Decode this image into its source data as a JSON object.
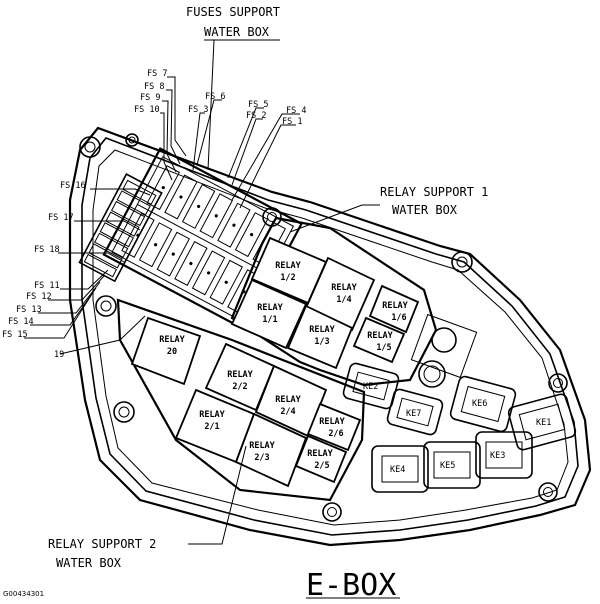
{
  "labels": {
    "fuses_support_1": "FUSES SUPPORT",
    "fuses_support_2": "WATER BOX",
    "relay_support_1_a": "RELAY SUPPORT 1",
    "relay_support_1_b": "WATER BOX",
    "relay_support_2_a": "RELAY SUPPORT 2",
    "relay_support_2_b": "WATER BOX",
    "title": "E-BOX",
    "figure_id": "G00434301",
    "callout_19": "19"
  },
  "fuses": {
    "fs1": "FS 1",
    "fs2": "FS 2",
    "fs3": "FS 3",
    "fs4": "FS 4",
    "fs5": "FS 5",
    "fs6": "FS 6",
    "fs7": "FS 7",
    "fs8": "FS 8",
    "fs9": "FS 9",
    "fs10": "FS 10",
    "fs11": "FS 11",
    "fs12": "FS 12",
    "fs13": "FS 13",
    "fs14": "FS 14",
    "fs15": "FS 15",
    "fs16": "FS 16",
    "fs17": "FS 17",
    "fs18": "FS 18"
  },
  "relays": {
    "r1_2": [
      "RELAY",
      "1/2"
    ],
    "r1_4": [
      "RELAY",
      "1/4"
    ],
    "r1_1": [
      "RELAY",
      "1/1"
    ],
    "r1_3": [
      "RELAY",
      "1/3"
    ],
    "r1_6": [
      "RELAY",
      "1/6"
    ],
    "r1_5": [
      "RELAY",
      "1/5"
    ],
    "r20": [
      "RELAY",
      "20"
    ],
    "r2_2": [
      "RELAY",
      "2/2"
    ],
    "r2_4": [
      "RELAY",
      "2/4"
    ],
    "r2_1": [
      "RELAY",
      "2/1"
    ],
    "r2_3": [
      "RELAY",
      "2/3"
    ],
    "r2_6": [
      "RELAY",
      "2/6"
    ],
    "r2_5": [
      "RELAY",
      "2/5"
    ]
  },
  "connectors": {
    "ke1": "KE1",
    "ke2": "KE2",
    "ke3": "KE3",
    "ke4": "KE4",
    "ke5": "KE5",
    "ke6": "KE6",
    "ke7": "KE7"
  }
}
